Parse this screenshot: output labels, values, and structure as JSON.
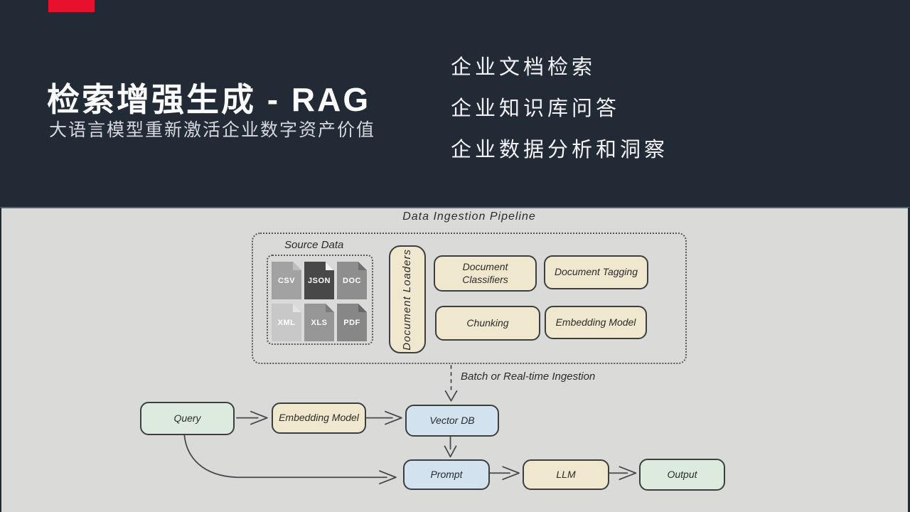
{
  "header": {
    "accent_color": "#e8112d",
    "background_color": "#222a35",
    "title": "检索增强生成 - RAG",
    "subtitle": "大语言模型重新激活企业数字资产价值",
    "bullets": [
      "企业文档检索",
      "企业知识库问答",
      "企业数据分析和洞察"
    ]
  },
  "diagram": {
    "background_color": "#dadad8",
    "pipeline": {
      "title": "Data Ingestion Pipeline",
      "source_data": {
        "label": "Source Data",
        "file_types": [
          {
            "label": "CSV",
            "color": "#a2a2a2"
          },
          {
            "label": "JSON",
            "color": "#484848"
          },
          {
            "label": "DOC",
            "color": "#8e8e8e"
          },
          {
            "label": "XML",
            "color": "#c8c8c8"
          },
          {
            "label": "XLS",
            "color": "#969696"
          },
          {
            "label": "PDF",
            "color": "#878787"
          }
        ]
      },
      "loaders_label": "Document Loaders",
      "stages": [
        "Document Classifiers",
        "Document Tagging",
        "Chunking",
        "Embedding Model"
      ]
    },
    "ingestion_label": "Batch or Real-time Ingestion",
    "flow_nodes": [
      {
        "label": "Query",
        "color": "#dcebdd"
      },
      {
        "label": "Embedding Model",
        "color": "#efe8cf"
      },
      {
        "label": "Vector DB",
        "color": "#d2e2ee"
      },
      {
        "label": "Prompt",
        "color": "#d2e2ee"
      },
      {
        "label": "LLM",
        "color": "#efe8cf"
      },
      {
        "label": "Output",
        "color": "#dcebdd"
      }
    ]
  }
}
